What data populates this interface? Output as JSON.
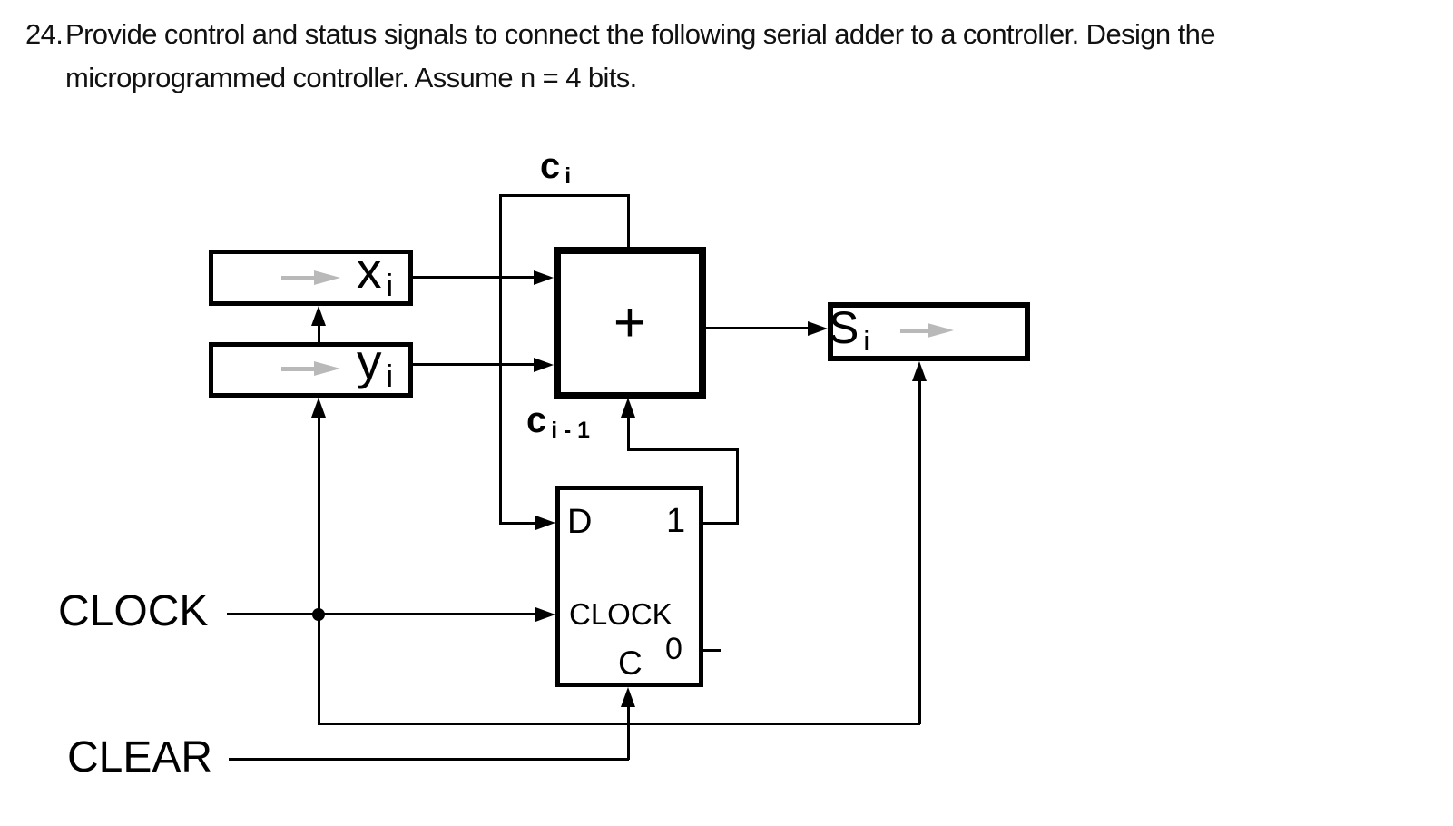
{
  "problem": {
    "number": "24.",
    "line1": "Provide control and status signals to connect the following serial adder to a controller. Design the",
    "line2": "microprogrammed controller. Assume n = 4 bits."
  },
  "diagram": {
    "x_register": {
      "label": "x",
      "sub": "i"
    },
    "y_register": {
      "label": "y",
      "sub": "i"
    },
    "sum_register": {
      "label": "S",
      "sub": "i"
    },
    "adder": {
      "label": "+"
    },
    "flip_flop": {
      "d_input": "D",
      "output_one": "1",
      "clock_input": "CLOCK",
      "clear_input": "C",
      "output_zero": "0"
    },
    "carry_out": {
      "label": "c",
      "sub": "i"
    },
    "carry_in": {
      "label": "c",
      "sub": "i - 1"
    },
    "clock_signal": "CLOCK",
    "clear_signal": "CLEAR",
    "colors": {
      "wire": "#000000",
      "box_border": "#000000",
      "shift_arrow": "#b9b9b9",
      "background": "#ffffff",
      "text": "#000000"
    }
  }
}
